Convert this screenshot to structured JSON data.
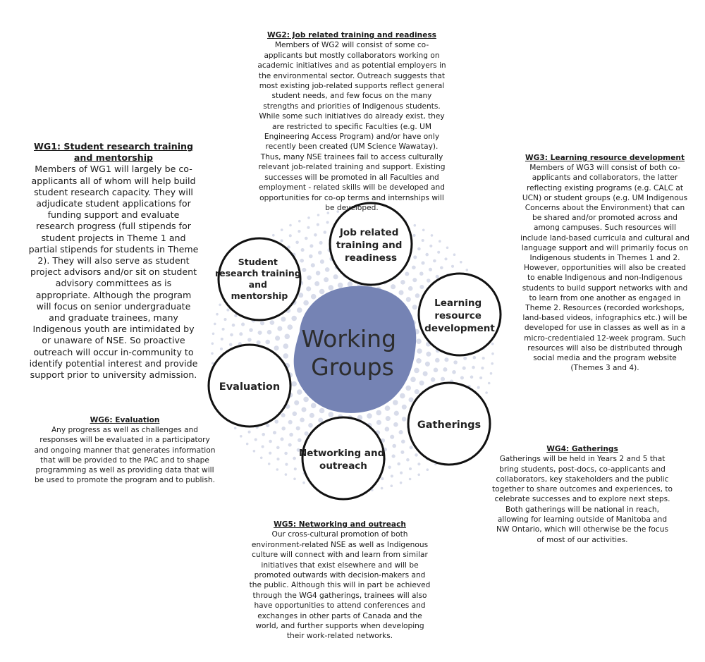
{
  "diagram": {
    "center_label_lines": [
      "Working",
      "Groups"
    ],
    "colors": {
      "center_fill": "#7583b4",
      "dots": "#d8dcea",
      "circle_stroke": "#111111"
    },
    "nodes": [
      {
        "id": "job",
        "lines": [
          "Job related",
          "training and",
          "readiness"
        ]
      },
      {
        "id": "student",
        "lines": [
          "Student",
          "research training",
          "and",
          "mentorship"
        ]
      },
      {
        "id": "learning",
        "lines": [
          "Learning",
          "resource",
          "development"
        ]
      },
      {
        "id": "evaluation",
        "lines": [
          "Evaluation"
        ]
      },
      {
        "id": "gatherings",
        "lines": [
          "Gatherings"
        ]
      },
      {
        "id": "networking",
        "lines": [
          "Networking and",
          "outreach"
        ]
      }
    ]
  },
  "wg1": {
    "title": "WG1: Student research training and mentorship",
    "body": "Members of WG1 will largely be co-applicants all of whom will help build student research capacity. They will adjudicate student applications for funding support and evaluate research progress (full stipends for student projects in Theme 1 and partial stipends for students in Theme 2). They will also serve as student project advisors and/or sit on student advisory committees as is appropriate. Although the program will focus on senior undergraduate and graduate trainees, many Indigenous youth are intimidated by or unaware of NSE. So proactive outreach will occur in-community to identify potential interest and provide support prior to university admission."
  },
  "wg2": {
    "title": "WG2: Job related training and readiness",
    "body": "Members of WG2 will consist of some co-applicants but mostly collaborators working on academic initiatives and as potential employers in the environmental sector. Outreach suggests that most existing job-related supports reflect general student needs, and few focus on the many strengths and priorities of Indigenous students. While some such initiatives do already exist, they are restricted to specific Faculties (e.g. UM Engineering Access Program) and/or have only recently been created (UM Science Wawatay). Thus, many NSE trainees fail to access culturally relevant job-related training and support. Existing successes will be promoted in all Faculties and employment - related skills will be developed and opportunities for co-op terms and internships will be developed."
  },
  "wg3": {
    "title": "WG3: Learning resource development",
    "body": "Members of WG3 will consist of both co-applicants and collaborators, the latter reflecting existing programs (e.g. CALC at UCN) or student groups (e.g. UM Indigenous Concerns about the Environment) that can be shared and/or promoted across and among campuses. Such resources will include land-based curricula and cultural and language support and will primarily focus on Indigenous students in Themes 1 and 2. However, opportunities will also be created to enable Indigenous and non-Indigenous students to build support networks with and to learn from one another as engaged in Theme 2. Resources (recorded workshops, land-based videos, infographics etc.) will be developed for use in classes as well as in a micro-credentialed 12-week program. Such resources will also be distributed through social media and the program website (Themes 3 and 4)."
  },
  "wg4": {
    "title": "WG4: Gatherings",
    "body": "Gatherings will be held in Years 2 and 5 that bring students, post-docs, co-applicants and collaborators, key stakeholders and the public together to share outcomes and experiences, to celebrate successes and to explore next steps. Both gatherings will be national in reach, allowing for learning outside of Manitoba and NW Ontario, which will otherwise be the focus of most of our activities."
  },
  "wg5": {
    "title": "WG5: Networking and outreach",
    "body": "Our cross-cultural promotion of both environment-related NSE as well as Indigenous culture will connect with and learn from similar initiatives that exist elsewhere and will be promoted outwards with decision-makers and the public. Although this will in part be achieved through the WG4 gatherings, trainees will also have opportunities to attend conferences and exchanges in other parts of Canada and the world, and further supports when developing their work-related networks."
  },
  "wg6": {
    "title": "WG6: Evaluation",
    "body": "Any progress as well as challenges and responses will be evaluated in a participatory and ongoing manner that generates information that will be provided to the PAC and to shape programming as well as providing data that will be used to promote the program and to publish."
  }
}
